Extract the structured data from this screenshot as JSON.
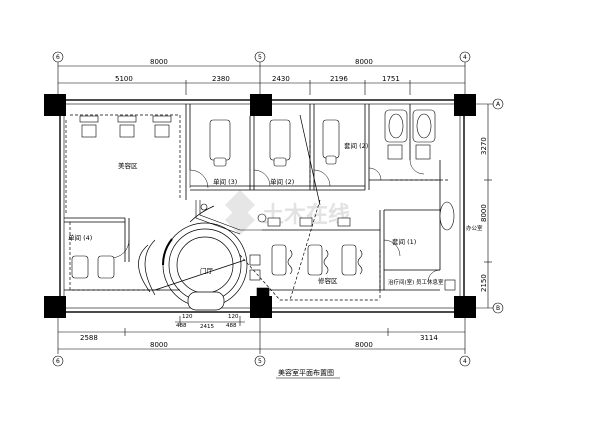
{
  "grid_top": [
    "6",
    "5",
    "4"
  ],
  "grid_bottom": [
    "6",
    "5",
    "4"
  ],
  "grid_right": [
    "A",
    "B"
  ],
  "dims_top_row1": [
    "8000",
    "8000"
  ],
  "dims_top_row2": [
    "5100",
    "2380",
    "2430",
    "2196",
    "1751"
  ],
  "dims_bottom_row1": [
    "2588",
    "3114"
  ],
  "dims_bottom_row2": [
    "8000",
    "8000"
  ],
  "dims_right": [
    "3270",
    "8000",
    "2150"
  ],
  "dims_door": [
    "120",
    "120",
    "488",
    "2415",
    "488"
  ],
  "rooms": {
    "waiting": "美容区",
    "single3": "单间 (3)",
    "single2": "单间 (2)",
    "double2": "套间 (2)",
    "single4": "单间 (4)",
    "double1": "套间 (1)",
    "lobby": "门厅",
    "nail": "修容区",
    "storage": "治疗间(室) 员工休息室",
    "office": "办公室"
  },
  "title": "美容室平面布置图",
  "watermark": "土木在线"
}
